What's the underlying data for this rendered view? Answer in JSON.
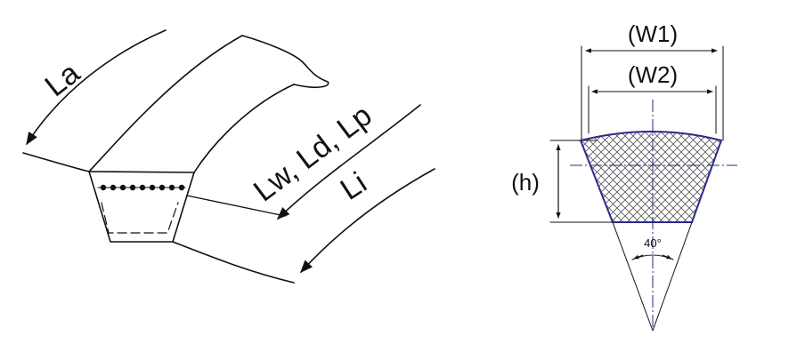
{
  "left_diagram": {
    "label_la": "La",
    "label_lw_ld_lp": "Lw, Ld, Lp",
    "label_li": "Li"
  },
  "right_diagram": {
    "label_w1": "(W1)",
    "label_w2": "(W2)",
    "label_h": "(h)",
    "label_angle": "40°"
  },
  "colors": {
    "line": "#111111",
    "centerline": "#2a2a8c",
    "section_outline": "#2a2a8c",
    "hatch": "#555555"
  }
}
